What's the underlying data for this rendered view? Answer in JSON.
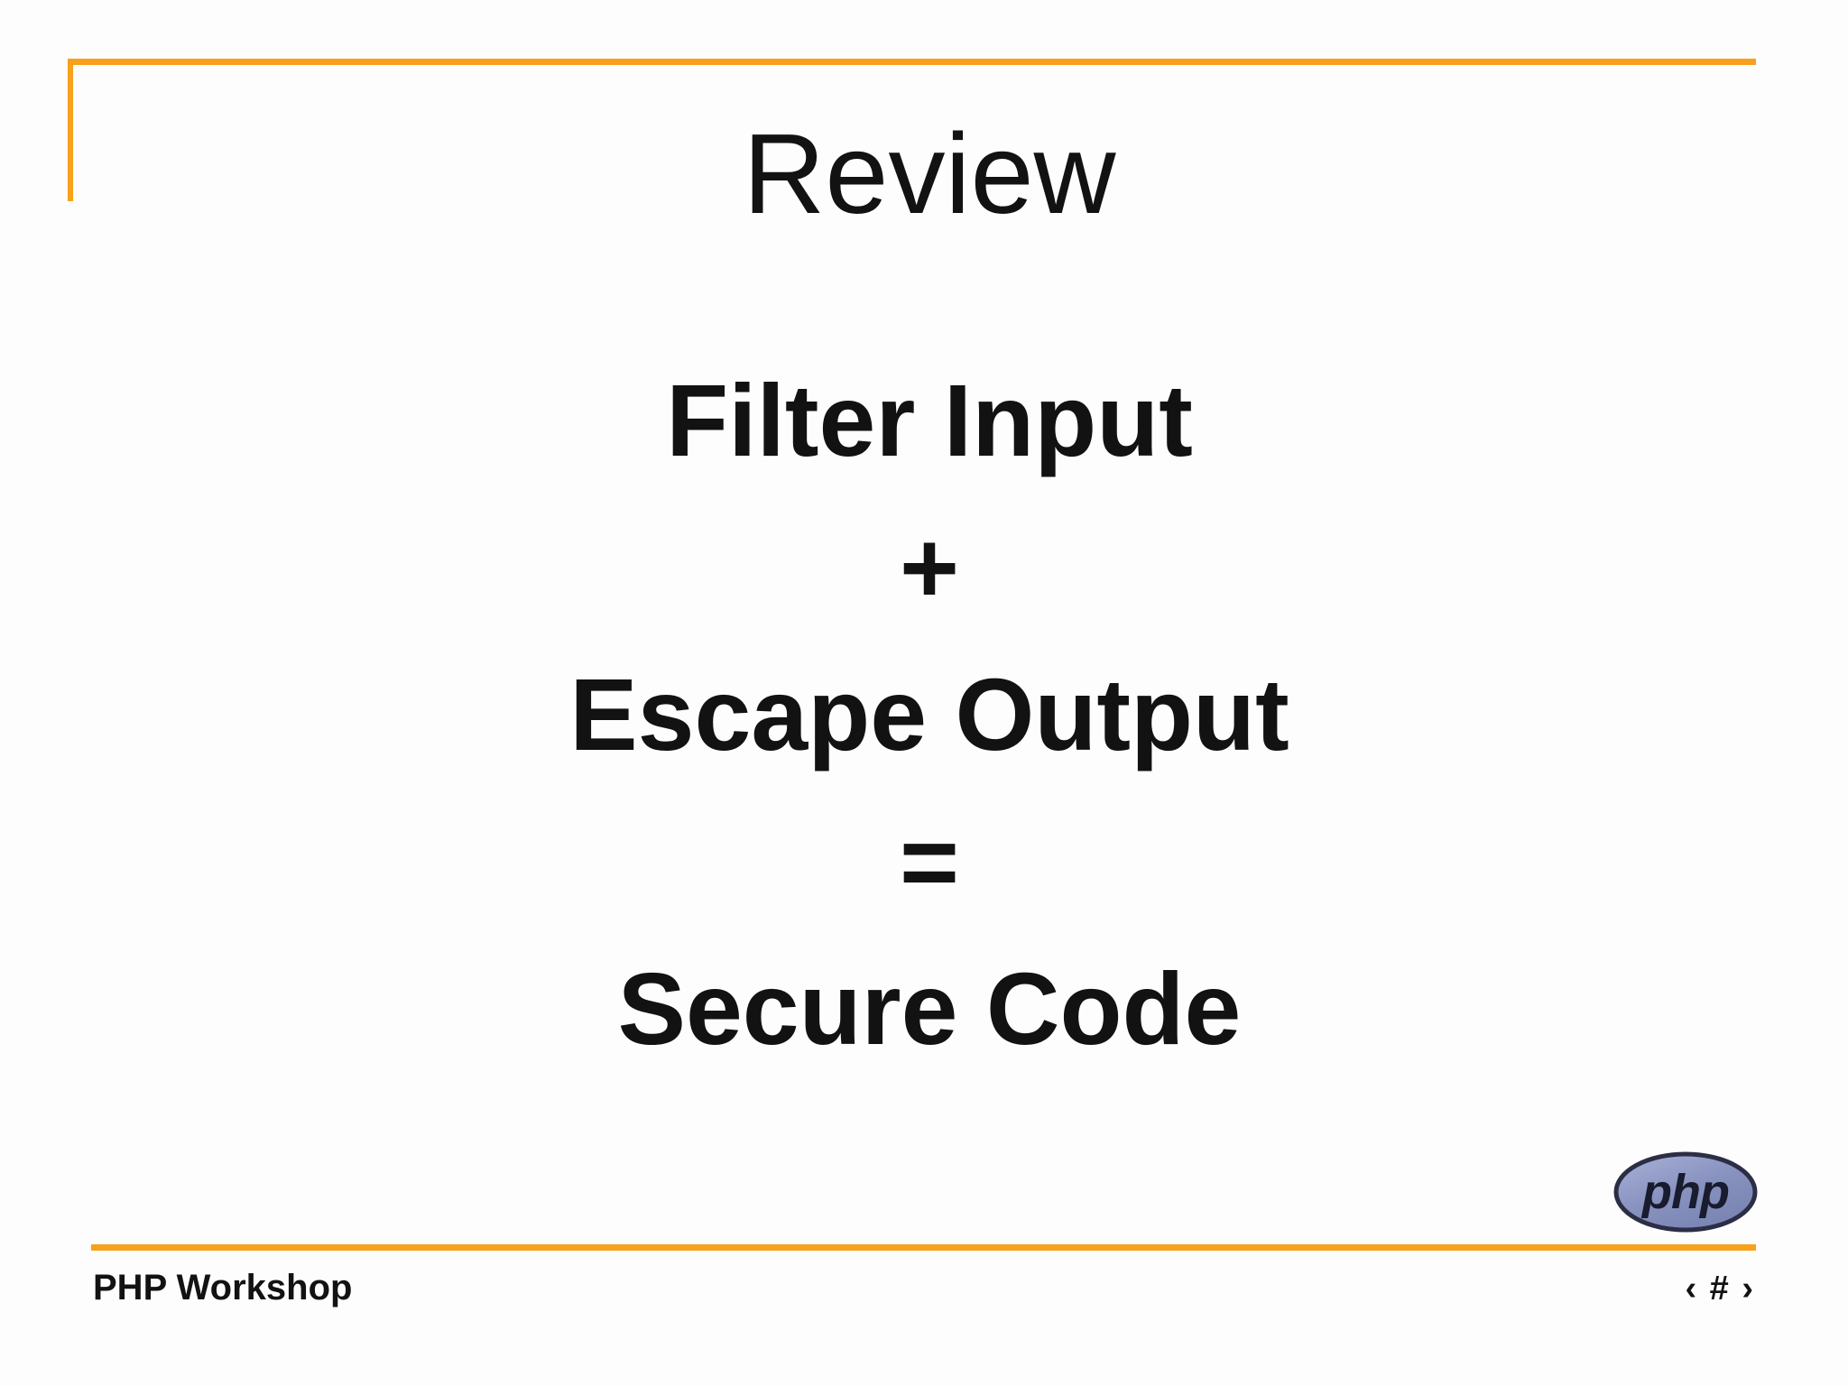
{
  "slide": {
    "title": "Review",
    "body_lines": [
      "Filter Input",
      "+",
      "Escape Output",
      "=",
      "Secure Code"
    ]
  },
  "footer": {
    "left": "PHP Workshop",
    "page_number": "‹ # ›"
  },
  "logo": {
    "text": "php"
  },
  "colors": {
    "accent_orange": "#F7A11C",
    "text": "#121212",
    "background": "#FDFDFD",
    "logo_fill": "#8892BF",
    "logo_fill_light": "#AAB2D8",
    "logo_fill_dark": "#7A84B2",
    "logo_border": "#2B2E45",
    "logo_text": "#191B2E"
  }
}
